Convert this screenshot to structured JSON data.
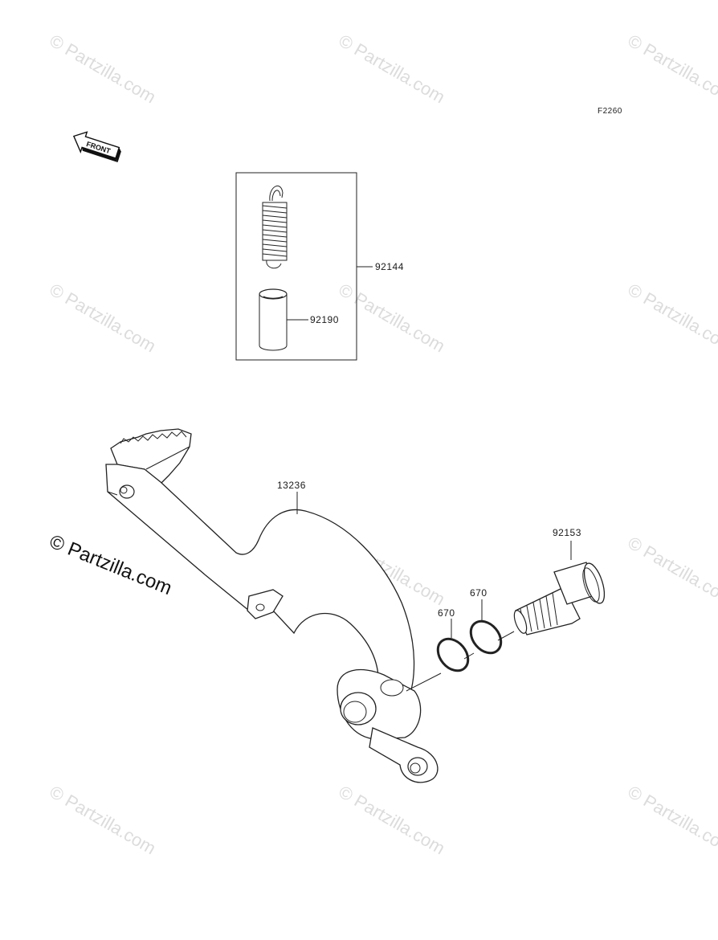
{
  "diagram": {
    "figure_code": "F2260",
    "front_marker": "FRONT",
    "watermark_text": "© Partzilla.com",
    "parts": {
      "spring_kit": "92144",
      "spacer": "92190",
      "brake_pedal": "13236",
      "oring_left": "670",
      "oring_right": "670",
      "pivot_bolt": "92153"
    }
  }
}
